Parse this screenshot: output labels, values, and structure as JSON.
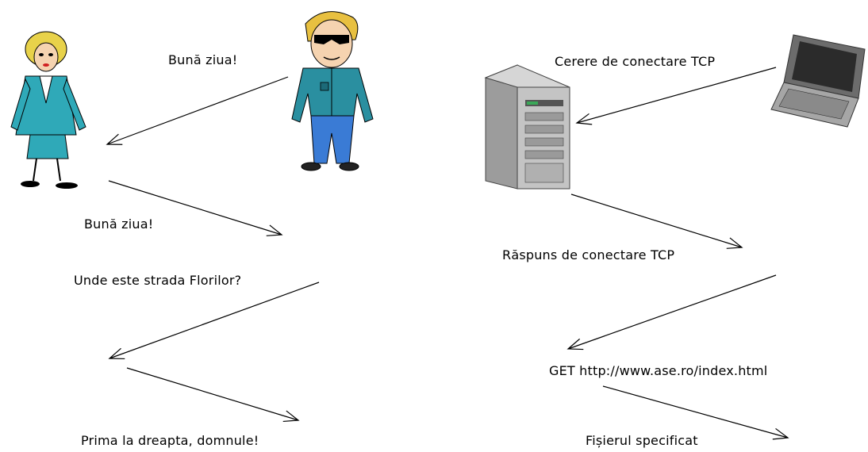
{
  "labels": {
    "hello_1": "Bună ziua!",
    "hello_2": "Bună ziua!",
    "question": "Unde este strada Florilor?",
    "answer": "Prima la dreapta, domnule!",
    "tcp_request": "Cerere de conectare TCP",
    "tcp_response": "Răspuns de conectare TCP",
    "get_request": "GET http://www.ase.ro/index.html",
    "file_response": "Fișierul specificat"
  },
  "icons": {
    "woman": "woman-figure-icon",
    "man": "man-with-sunglasses-icon",
    "server": "server-tower-icon",
    "laptop": "laptop-icon"
  },
  "colors": {
    "teal_clothing": "#2fa9b8",
    "hair_blonde": "#e8d24a",
    "pants_blue": "#3a7bd5",
    "server_gray": "#b9b9b9",
    "laptop_gray": "#a6a6a6"
  }
}
